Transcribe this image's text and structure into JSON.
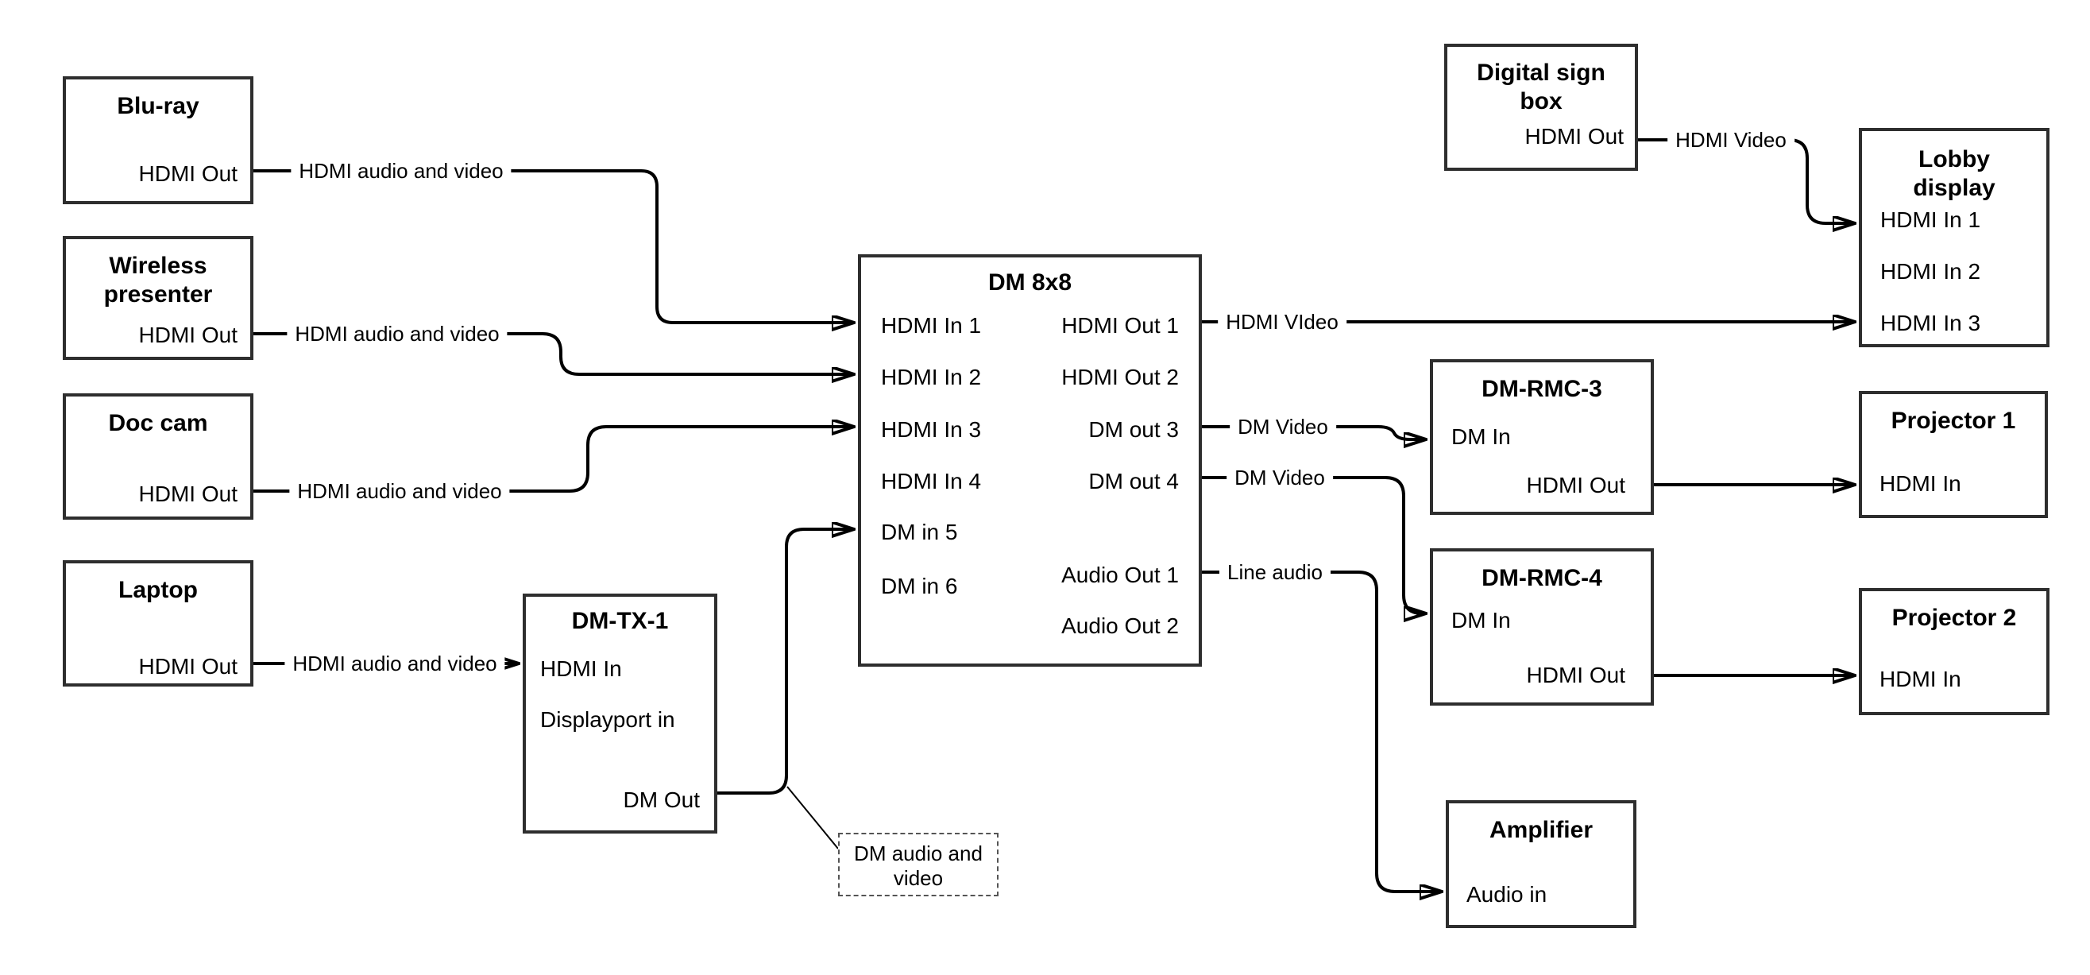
{
  "nodes": {
    "bluray": {
      "title": "Blu-ray",
      "port": "HDMI Out"
    },
    "wireless": {
      "title": "Wireless presenter",
      "port": "HDMI Out"
    },
    "doccam": {
      "title": "Doc cam",
      "port": "HDMI Out"
    },
    "laptop": {
      "title": "Laptop",
      "port": "HDMI Out"
    },
    "dmtx": {
      "title": "DM-TX-1",
      "ports": [
        "HDMI In",
        "Displayport in",
        "DM Out"
      ]
    },
    "dm8x8": {
      "title": "DM 8x8",
      "left_ports": [
        "HDMI In 1",
        "HDMI In 2",
        "HDMI In 3",
        "HDMI In 4",
        "DM in 5",
        "DM in 6"
      ],
      "right_ports": [
        "HDMI Out 1",
        "HDMI Out 2",
        "DM out 3",
        "DM out 4",
        "Audio Out 1",
        "Audio Out 2"
      ]
    },
    "digitalsign": {
      "title": "Digital sign box",
      "port": "HDMI Out"
    },
    "lobby": {
      "title": "Lobby display",
      "ports": [
        "HDMI In 1",
        "HDMI In 2",
        "HDMI In 3"
      ]
    },
    "rmc3": {
      "title": "DM-RMC-3",
      "ports": [
        "DM In",
        "HDMI Out"
      ]
    },
    "proj1": {
      "title": "Projector 1",
      "port": "HDMI In"
    },
    "rmc4": {
      "title": "DM-RMC-4",
      "ports": [
        "DM In",
        "HDMI Out"
      ]
    },
    "proj2": {
      "title": "Projector 2",
      "port": "HDMI In"
    },
    "amplifier": {
      "title": "Amplifier",
      "port": "Audio in"
    }
  },
  "wires": {
    "bluray_label": "HDMI audio and video",
    "wireless_label": "HDMI audio and video",
    "doccam_label": "HDMI audio and video",
    "laptop_label": "HDMI audio and video",
    "hdmi_out1_label": "HDMI VIdeo",
    "digitalsign_label": "HDMI Video",
    "dm_out3_label": "DM Video",
    "dm_out4_label": "DM Video",
    "audio_out1_label": "Line audio",
    "callout_label": "DM audio and video"
  },
  "colors": {
    "wire": "#000000",
    "border": "#2e2e2e",
    "text": "#000000",
    "background": "#ffffff"
  }
}
